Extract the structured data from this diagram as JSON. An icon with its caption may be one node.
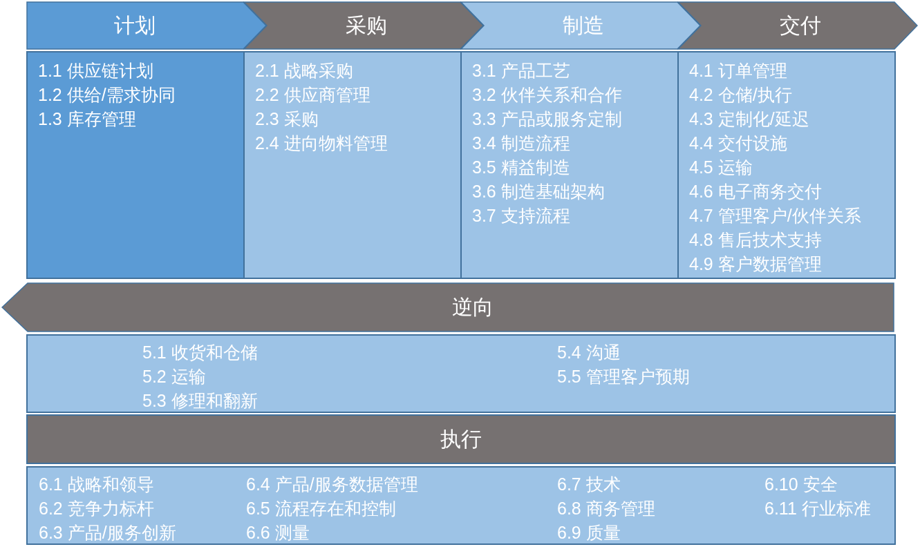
{
  "diagram": {
    "nodes": [
      {
        "text": [
          "计划"
        ]
      },
      {
        "text": [
          "采购"
        ]
      },
      {
        "text": [
          "制造"
        ]
      },
      {
        "text": [
          "交付"
        ]
      },
      {
        "text": [
          "1.1 供应链计划",
          "1.2 供给/需求协同",
          "1.3 库存管理"
        ]
      },
      {
        "text": [
          "2.1 战略采购",
          "2.2 供应商管理",
          "2.3 采购",
          "2.4 进向物料管理"
        ]
      },
      {
        "text": [
          "3.1 产品工艺",
          "3.2 伙伴关系和合作",
          "3.3 产品或服务定制",
          "3.4 制造流程",
          "3.5 精益制造",
          "3.6 制造基础架构",
          "3.7 支持流程"
        ]
      },
      {
        "text": [
          "4.1 订单管理",
          "4.2 仓储/执行",
          "4.3 定制化/延迟",
          "4.4 交付设施",
          "4.5 运输",
          "4.6 电子商务交付",
          "4.7 管理客户/伙伴关系",
          "4.8 售后技术支持",
          "4.9 客户数据管理"
        ]
      },
      {
        "text": [
          "逆向"
        ]
      },
      {
        "text": [
          "5.1 收货和仓储",
          "5.2 运输",
          "5.3 修理和翻新",
          "5.4 沟通",
          "5.5 管理客户预期"
        ]
      },
      {
        "text": [
          "执行"
        ]
      },
      {
        "text": [
          "6.1 战略和领导",
          "6.2 竞争力标杆",
          "6.3 产品/服务创新",
          "6.4 产品/服务数据管理",
          "6.5 流程存在和控制",
          "6.6 测量",
          "6.7 技术",
          "6.8 商务管理",
          "6.9 质量",
          "6.10 安全",
          "6.11 行业标准"
        ]
      }
    ]
  }
}
